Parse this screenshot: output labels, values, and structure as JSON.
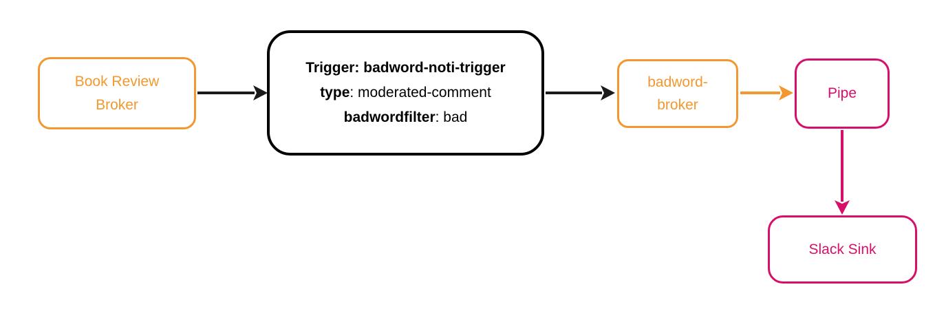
{
  "colors": {
    "orange": "#F2982E",
    "pink": "#D6106A",
    "arrow_dark": "#1A1A1A",
    "black": "#000000",
    "background": "#FFFFFF"
  },
  "nodes": {
    "book_review_broker": {
      "label": "Book Review Broker",
      "color": "#F2982E"
    },
    "trigger": {
      "line1_bold": "Trigger: badword-noti-trigger",
      "line2_bold": "type",
      "line2_rest": ": moderated-comment",
      "line3_bold": "badwordfilter",
      "line3_rest": ": bad",
      "color": "#000000"
    },
    "badword_broker": {
      "label": "badword-broker",
      "color": "#F2982E"
    },
    "pipe": {
      "label": "Pipe",
      "color": "#D6106A"
    },
    "slack_sink": {
      "label": "Slack Sink",
      "color": "#D6106A"
    }
  },
  "edges": [
    {
      "from": "book_review_broker",
      "to": "trigger",
      "color": "#1A1A1A",
      "direction": "right"
    },
    {
      "from": "trigger",
      "to": "badword_broker",
      "color": "#1A1A1A",
      "direction": "right"
    },
    {
      "from": "badword_broker",
      "to": "pipe",
      "color": "#F2982E",
      "direction": "right"
    },
    {
      "from": "pipe",
      "to": "slack_sink",
      "color": "#D6106A",
      "direction": "down"
    }
  ]
}
